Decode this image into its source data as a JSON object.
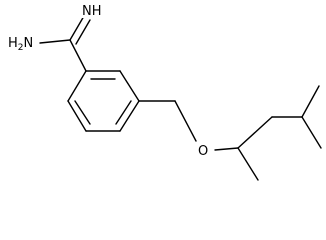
{
  "molecule": {
    "atoms": {
      "imine_nh": "NH",
      "amine_n": "N",
      "amine_h": "H",
      "amine_h_count": "2",
      "ether_o": "O"
    },
    "colors": {
      "bond": "#000000",
      "text": "#000000",
      "background": "#ffffff"
    }
  }
}
